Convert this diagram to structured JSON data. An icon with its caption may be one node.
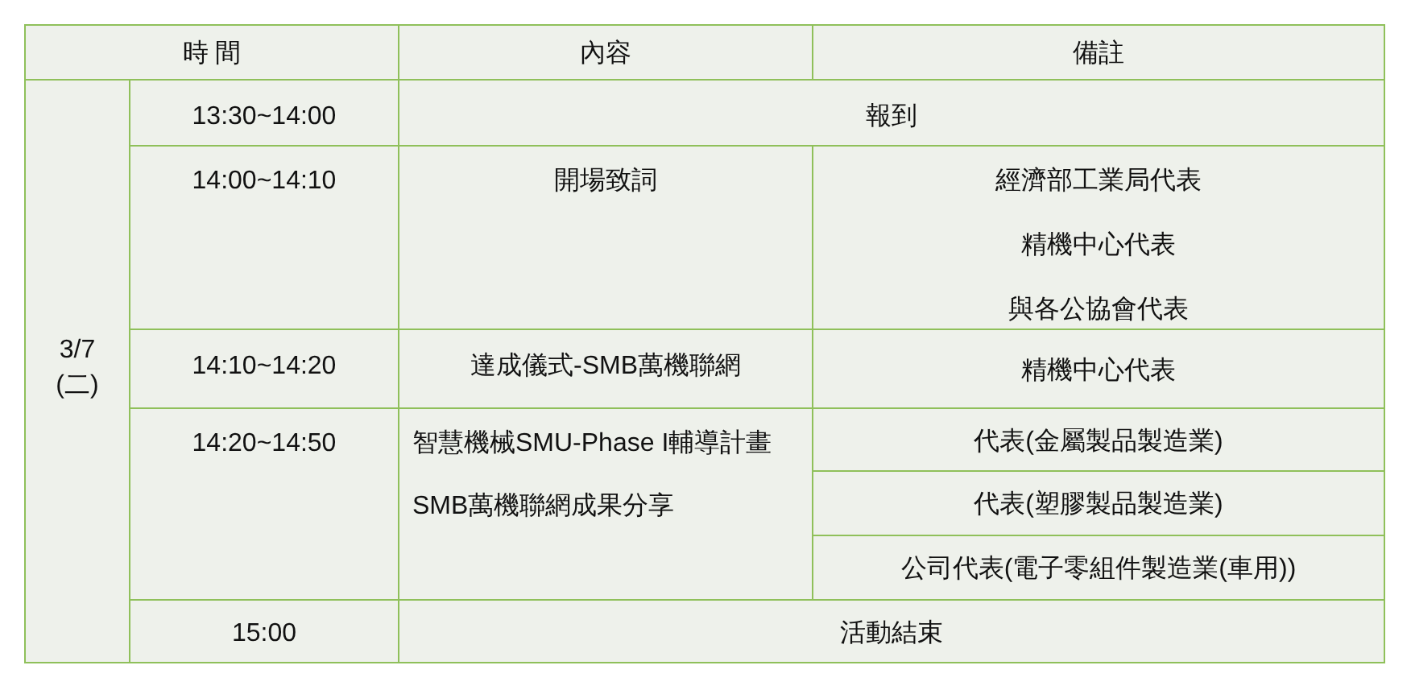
{
  "diagram": {
    "labels": [
      "時 間",
      "內容",
      "備註",
      "3/7 (二)",
      "13:30~14:00",
      "報到",
      "14:00~14:10",
      "開場致詞",
      "經濟部工業局代表",
      "精機中心代表",
      "與各公協會代表",
      "14:10~14:20",
      "達成儀式-SMB萬機聯網",
      "精機中心代表",
      "14:20~14:50",
      "智慧機械SMU-Phase I輔導計畫SMB萬機聯網成果分享",
      "代表(金屬製品製造業)",
      "代表(塑膠製品製造業)",
      "公司代表(電子零組件製造業(車用))",
      "15:00",
      "活動結束"
    ]
  }
}
